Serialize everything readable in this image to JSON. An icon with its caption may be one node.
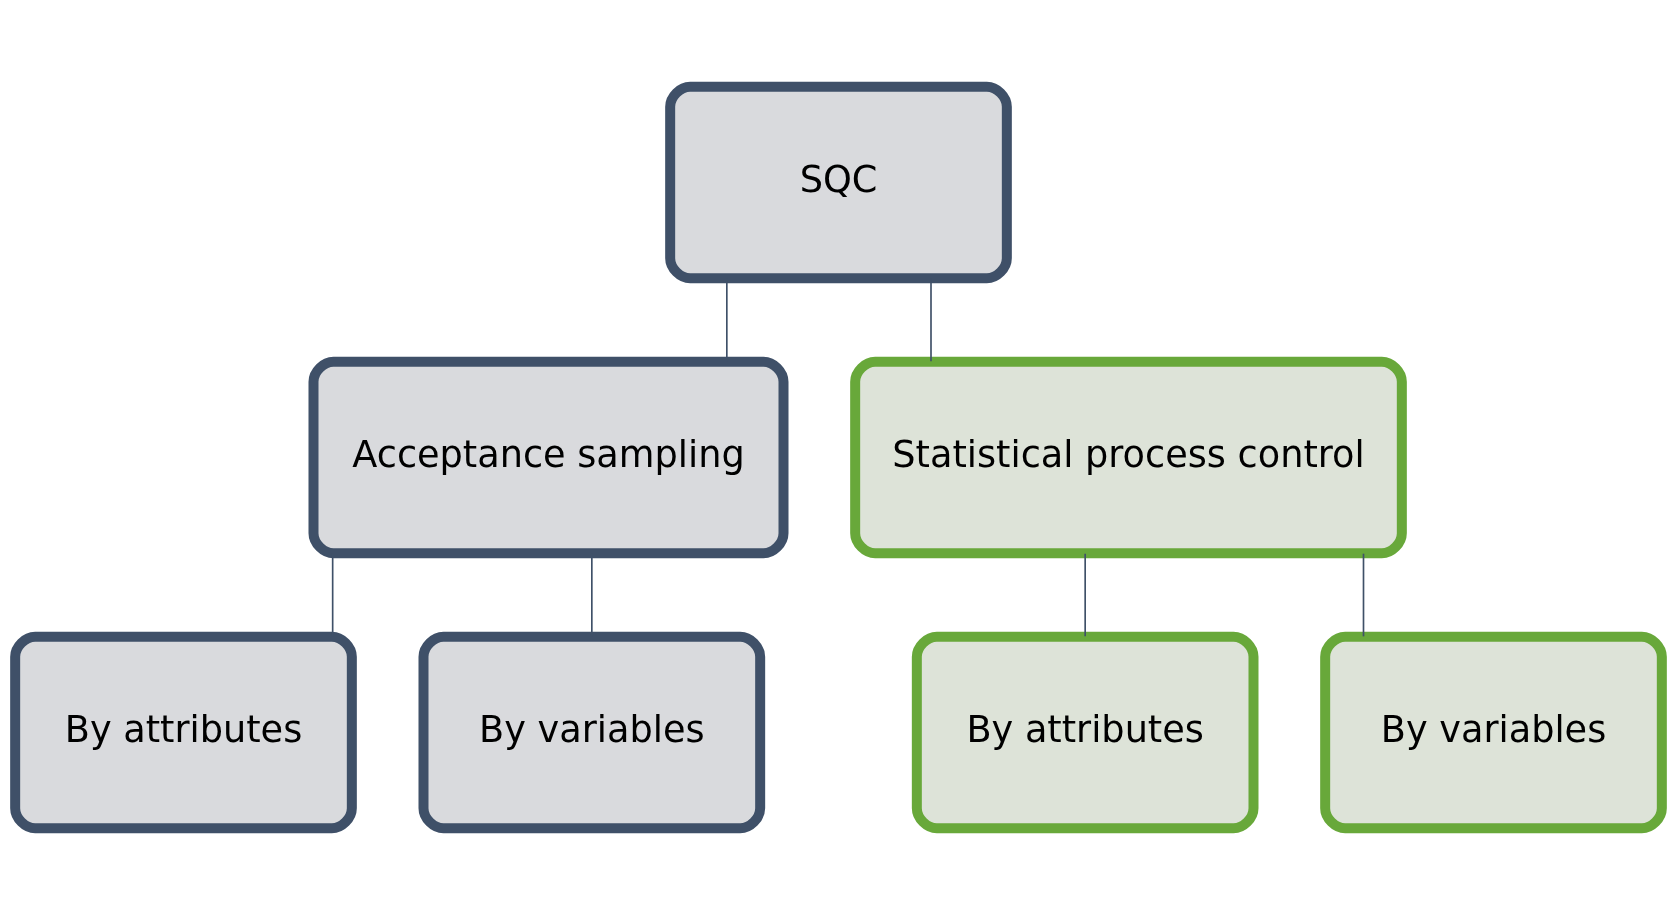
{
  "diagram": {
    "nodes": [
      {
        "text": [
          "SQC"
        ]
      },
      {
        "text": [
          "Acceptance sampling"
        ]
      },
      {
        "text": [
          "Statistical process control"
        ]
      },
      {
        "text": [
          "By attributes"
        ]
      },
      {
        "text": [
          "By variables"
        ]
      },
      {
        "text": [
          "By attributes"
        ]
      },
      {
        "text": [
          "By variables"
        ]
      }
    ],
    "edges": [
      {
        "from": 0,
        "to": 1,
        "arrow": "none"
      },
      {
        "from": 0,
        "to": 2,
        "arrow": "none"
      },
      {
        "from": 1,
        "to": 3,
        "arrow": "none"
      },
      {
        "from": 1,
        "to": 4,
        "arrow": "none"
      },
      {
        "from": 2,
        "to": 5,
        "arrow": "none"
      },
      {
        "from": 2,
        "to": 6,
        "arrow": "none"
      }
    ]
  }
}
